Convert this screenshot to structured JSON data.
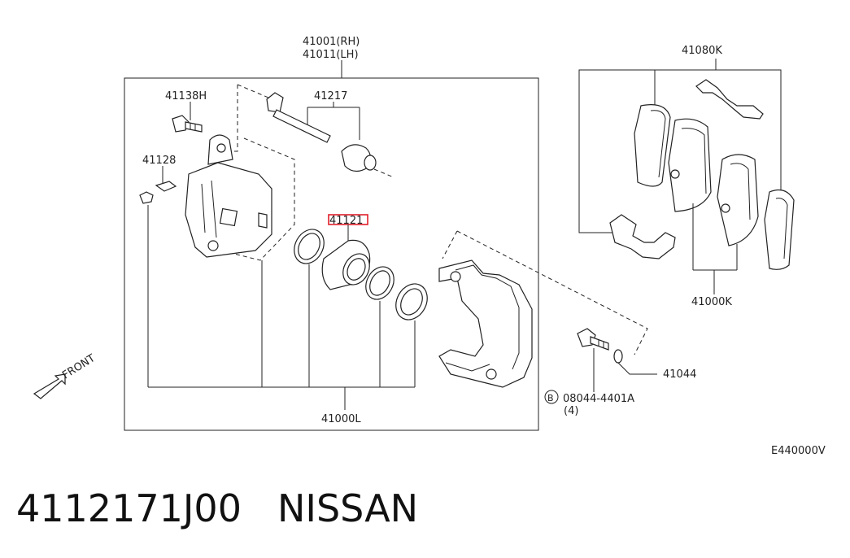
{
  "labels": {
    "caliper_rh": "41001(RH)",
    "caliper_lh": "41011(LH)",
    "bolt_h": "41138H",
    "pin_kit": "41217",
    "bleeder": "41128",
    "piston": "41121",
    "kit_l": "41000L",
    "shim_kit": "41080K",
    "pad_kit": "41000K",
    "washer": "41044",
    "bolt_circle": "B",
    "bolt_num": "08044-4401A",
    "bolt_qty": "(4)",
    "front": "FRONT",
    "diagram_code": "E440000V"
  },
  "caption": {
    "part_number": "4112171J00",
    "brand": "NISSAN"
  },
  "colors": {
    "highlight": "#e0202a",
    "ink": "#222222"
  }
}
